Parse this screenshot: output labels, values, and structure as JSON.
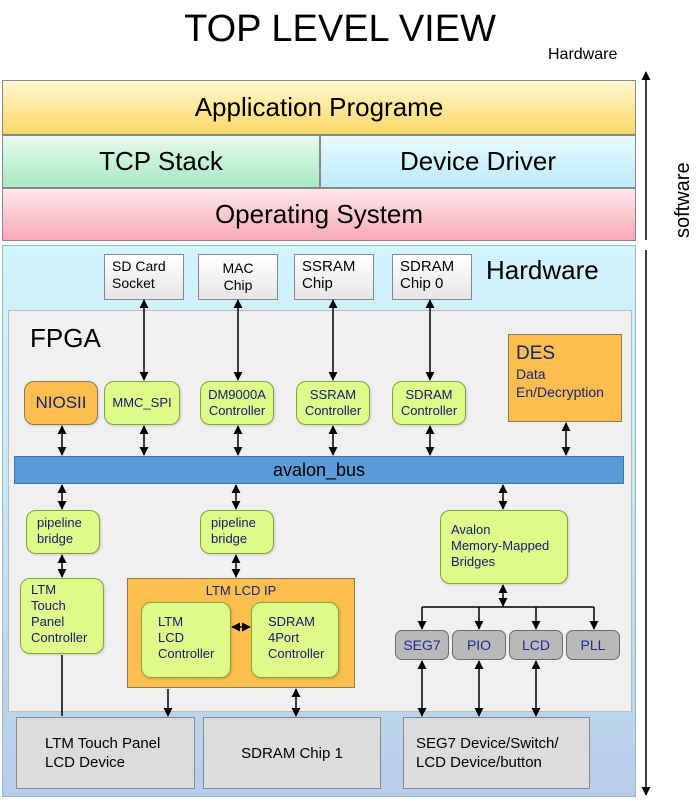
{
  "title": "TOP LEVEL VIEW",
  "side_labels": {
    "hardware_top": "Hardware",
    "software": "software"
  },
  "software_layers": {
    "application": "Application Programe",
    "tcp_stack": "TCP Stack",
    "device_driver": "Device Driver",
    "operating_system": "Operating System"
  },
  "hardware_title": "Hardware",
  "fpga_label": "FPGA",
  "external_chips": {
    "sd_card": [
      "SD Card",
      "Socket"
    ],
    "mac": [
      "MAC",
      "Chip"
    ],
    "ssram": [
      "SSRAM",
      "Chip"
    ],
    "sdram0": [
      "SDRAM",
      "Chip 0"
    ]
  },
  "des": {
    "title": "DES",
    "line1": "Data",
    "line2": "En/Decryption"
  },
  "controllers": {
    "niosii": "NIOSII",
    "mmc_spi": "MMC_SPI",
    "dm9000a": [
      "DM9000A",
      "Controller"
    ],
    "ssram": [
      "SSRAM",
      "Controller"
    ],
    "sdram": [
      "SDRAM",
      "Controller"
    ]
  },
  "bus_label": "avalon_bus",
  "bridges": {
    "pipeline_left": [
      "pipeline",
      "bridge"
    ],
    "pipeline_mid": [
      "pipeline",
      "bridge"
    ],
    "avalon_mm": [
      "Avalon",
      "Memory-Mapped",
      "Bridges"
    ]
  },
  "ltm_touch": [
    "LTM",
    "Touch",
    "Panel",
    "Controller"
  ],
  "ltm_lcd_ip": {
    "title": "LTM LCD IP",
    "lcd_controller": [
      "LTM",
      "LCD",
      "Controller"
    ],
    "sdram_4port": [
      "SDRAM",
      "4Port",
      "Controller"
    ]
  },
  "peripherals": [
    "SEG7",
    "PIO",
    "LCD",
    "PLL"
  ],
  "bottom_devices": {
    "ltm_device": [
      "LTM Touch Panel",
      "LCD Device"
    ],
    "sdram_chip1": "SDRAM Chip 1",
    "seg7_device": [
      "SEG7 Device/Switch/",
      "LCD Device/button"
    ]
  }
}
